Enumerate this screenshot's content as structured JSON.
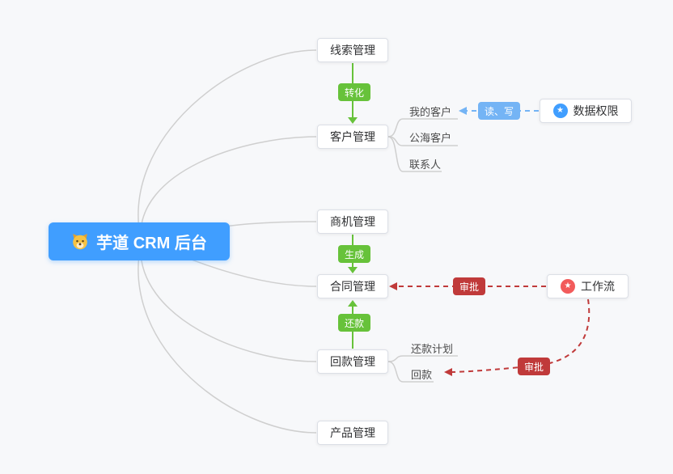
{
  "root": {
    "label": "芋道 CRM 后台"
  },
  "modules": {
    "leads": {
      "label": "线索管理"
    },
    "customer": {
      "label": "客户管理",
      "children": [
        {
          "label": "我的客户"
        },
        {
          "label": "公海客户"
        },
        {
          "label": "联系人"
        }
      ]
    },
    "opportunity": {
      "label": "商机管理"
    },
    "contract": {
      "label": "合同管理"
    },
    "receivable": {
      "label": "回款管理",
      "children": [
        {
          "label": "还款计划"
        },
        {
          "label": "回款"
        }
      ]
    },
    "product": {
      "label": "产品管理"
    }
  },
  "external": {
    "data_permission": {
      "label": "数据权限"
    },
    "workflow": {
      "label": "工作流"
    }
  },
  "edges": {
    "convert": {
      "label": "转化"
    },
    "generate": {
      "label": "生成"
    },
    "repay": {
      "label": "还款"
    },
    "read_write": {
      "label": "读、写"
    },
    "approve_contract": {
      "label": "审批"
    },
    "approve_receivable": {
      "label": "审批"
    }
  },
  "colors": {
    "background": "#f7f8fa",
    "root_background": "#409eff",
    "success_green": "#67c23a",
    "permission_blue": "#74b4f5",
    "approval_red": "#c03a3a",
    "line_gray": "#cfcfcf"
  }
}
